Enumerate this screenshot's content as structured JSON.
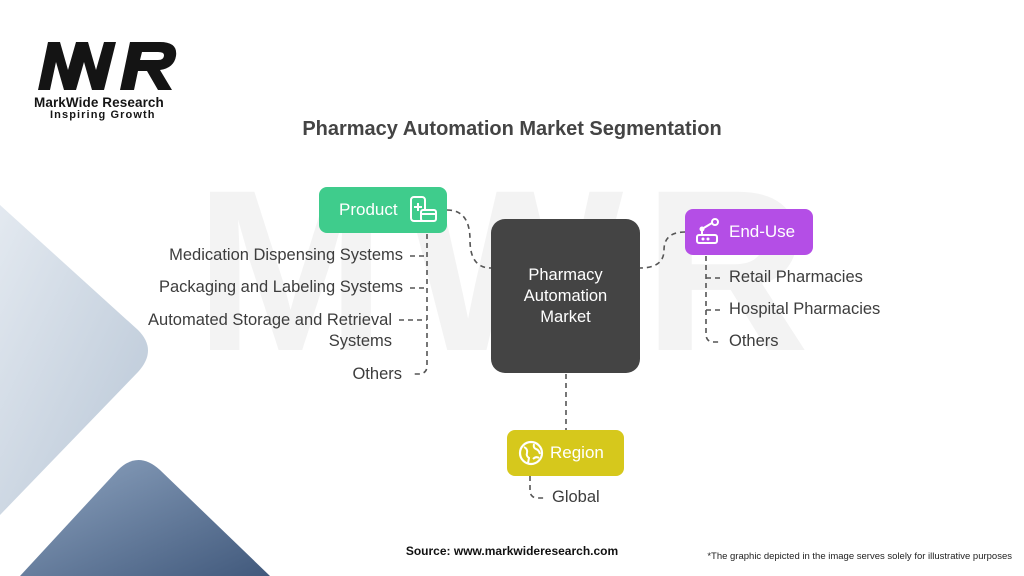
{
  "brand": {
    "name": "MarkWide Research",
    "tagline": "Inspiring Growth"
  },
  "title": "Pharmacy Automation Market Segmentation",
  "center": {
    "line1": "Pharmacy",
    "line2": "Automation",
    "line3": "Market"
  },
  "segments": {
    "product": {
      "label": "Product",
      "color": "#3fcc8c",
      "icon": "mobile-card-icon",
      "items": [
        "Medication Dispensing Systems",
        "Packaging and Labeling Systems",
        "Automated Storage and Retrieval",
        "Systems",
        "Others"
      ]
    },
    "end_use": {
      "label": "End-Use",
      "color": "#b44ee6",
      "icon": "robot-arm-icon",
      "items": [
        "Retail Pharmacies",
        "Hospital Pharmacies",
        "Others"
      ]
    },
    "region": {
      "label": "Region",
      "color": "#d6c81c",
      "icon": "globe-icon",
      "items": [
        "Global"
      ]
    }
  },
  "footer": {
    "source": "Source: www.markwideresearch.com",
    "disclaimer": "*The graphic depicted in the image serves solely for illustrative purposes"
  }
}
